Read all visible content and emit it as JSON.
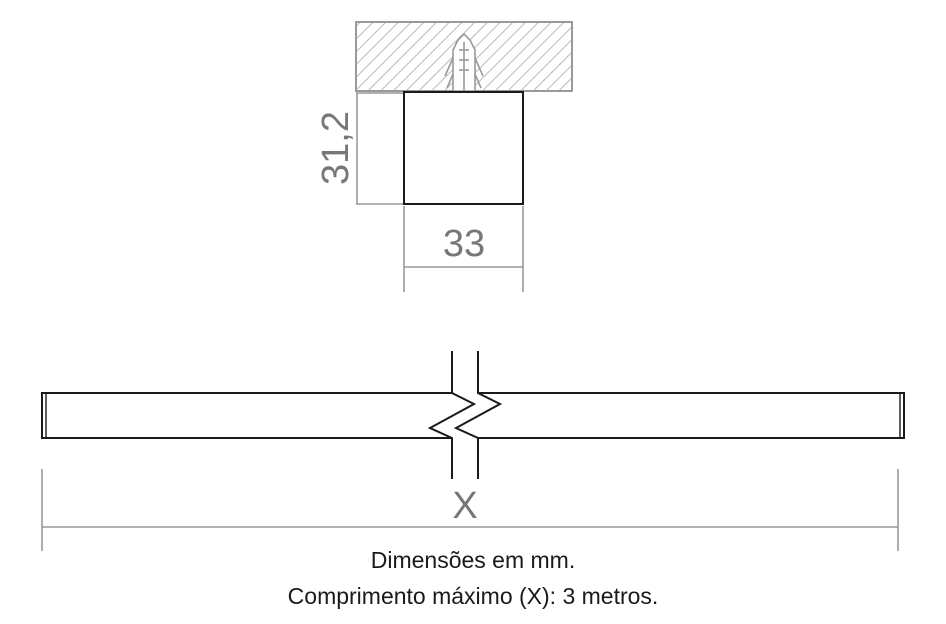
{
  "dimensions": {
    "height": "31,2",
    "width": "33",
    "length": "X"
  },
  "caption": {
    "line1": "Dimensões em mm.",
    "line2": "Comprimento máximo (X): 3 metros."
  },
  "colors": {
    "outline": "#1a1a1a",
    "dimension": "#888888",
    "hatch": "#aaaaaa"
  }
}
